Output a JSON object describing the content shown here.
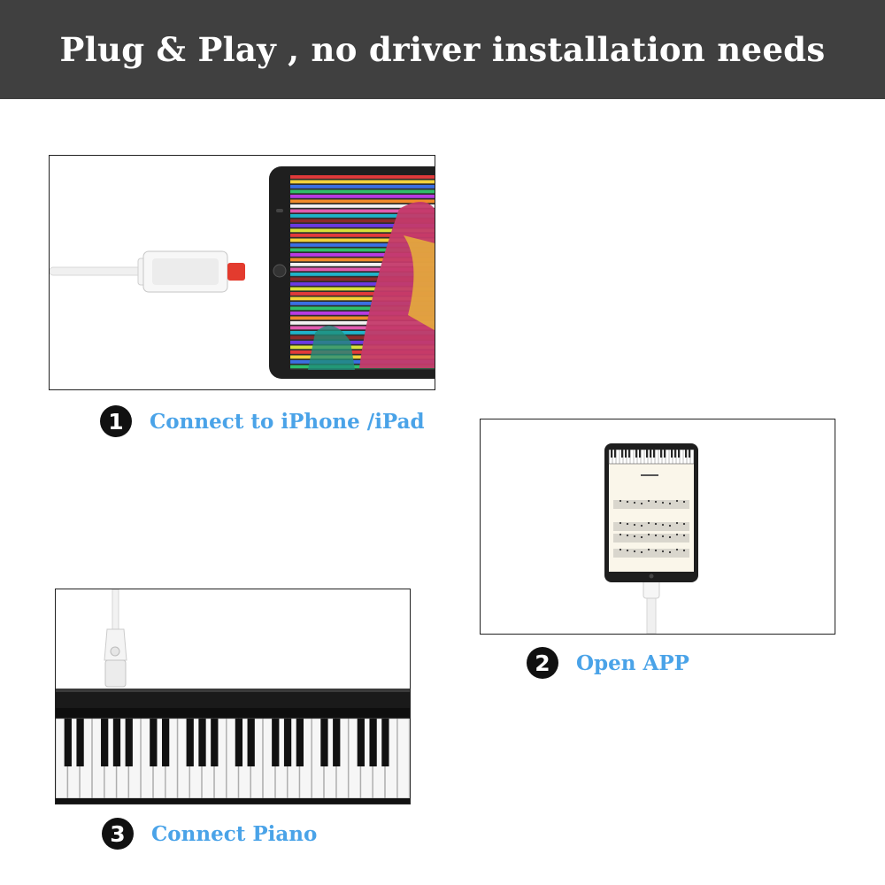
{
  "header": {
    "title": "Plug & Play , no driver installation needs"
  },
  "steps": [
    {
      "number": "1",
      "label": "Connect to iPhone /iPad"
    },
    {
      "number": "2",
      "label": "Open APP"
    },
    {
      "number": "3",
      "label": "Connect Piano"
    }
  ],
  "colors": {
    "header_bg": "#404040",
    "accent_label": "#4aa3e8",
    "connector_tip": "#e33b2e"
  },
  "icons": {
    "step1": "lightning-cable-tablet-illustration",
    "step2": "tablet-sheet-music-illustration",
    "step3": "piano-keyboard-usb-illustration"
  }
}
